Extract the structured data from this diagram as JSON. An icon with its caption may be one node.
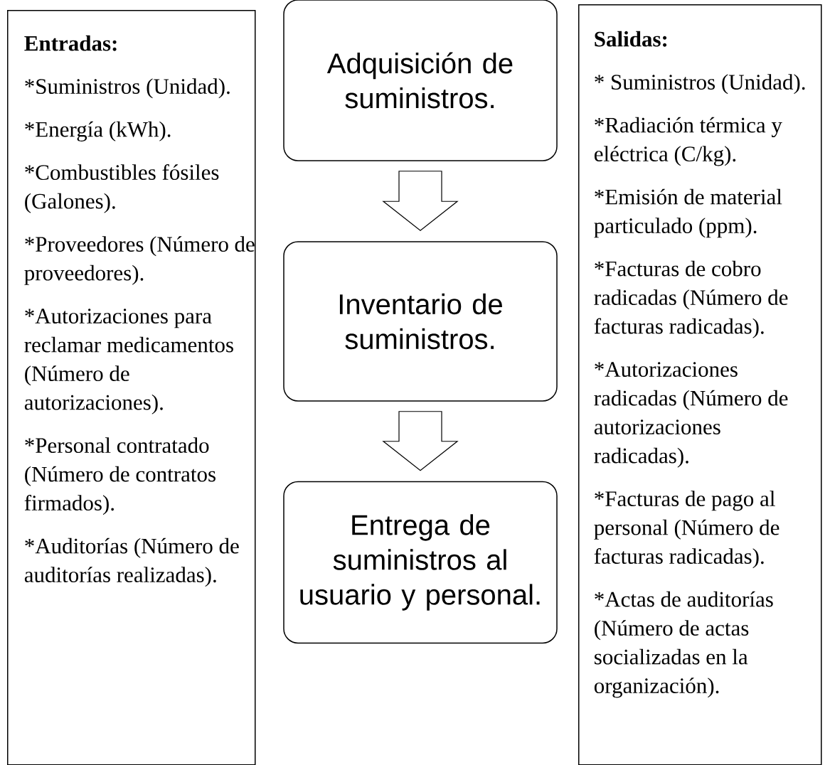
{
  "diagram": {
    "nodes": [
      {
        "text": [
          "Entradas:",
          "*Suministros (Unidad).",
          "*Energía (kWh).",
          "*Combustibles fósiles (Galones).",
          "*Proveedores (Número de proveedores).",
          "*Autorizaciones para reclamar medicamentos (Número de autorizaciones).",
          "*Personal contratado (Número de contratos firmados).",
          "*Auditorías (Número de auditorías realizadas)."
        ]
      },
      {
        "text": [
          "Adquisición de suministros."
        ]
      },
      {
        "text": [
          "Inventario de suministros."
        ]
      },
      {
        "text": [
          "Entrega de suministros al usuario y personal."
        ]
      },
      {
        "text": [
          "Salidas:",
          "* Suministros (Unidad).",
          "*Radiación térmica y eléctrica (C/kg).",
          "*Emisión de material particulado (ppm).",
          "*Facturas de cobro radicadas (Número de facturas radicadas).",
          "*Autorizaciones radicadas (Número de autorizaciones radicadas).",
          "*Facturas de pago al personal (Número de facturas radicadas).",
          "*Actas de auditorías (Número de actas socializadas en la organización)."
        ]
      }
    ],
    "edges": [
      {
        "from": 1,
        "to": 2,
        "arrow": "to"
      },
      {
        "from": 2,
        "to": 3,
        "arrow": "to"
      }
    ]
  }
}
